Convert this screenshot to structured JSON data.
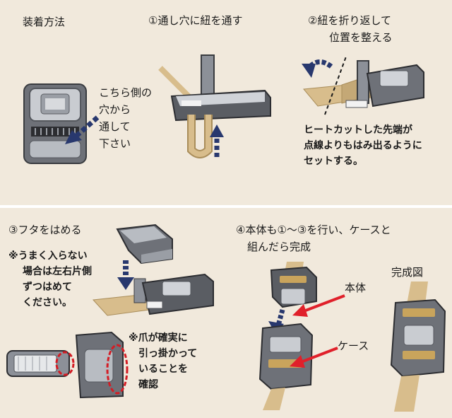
{
  "colors": {
    "background": "#f1e9dc",
    "divider": "#ffffff",
    "metal_dark": "#4a4c52",
    "metal_mid": "#8c9098",
    "metal_light": "#d9dce0",
    "strap": "#d8bd8c",
    "strap_edge": "#a98d5a",
    "arrow_blue": "#28386e",
    "arrow_red": "#e0202a",
    "highlight_red": "#d41c24"
  },
  "steps": {
    "method": {
      "title": "装着方法",
      "note": [
        "こちら側の",
        "穴から",
        "通して",
        "下さい"
      ]
    },
    "step1": {
      "title": "①通し穴に紐を通す"
    },
    "step2": {
      "title": [
        "②紐を折り返して",
        "位置を整える"
      ],
      "note": [
        "ヒートカットした先端が",
        "点線よりもはみ出るように",
        "セットする。"
      ]
    },
    "step3": {
      "title": "③フタをはめる",
      "note": [
        "※うまく入らない",
        "場合は左右片側",
        "ずつはめて",
        "ください。"
      ],
      "check_note": [
        "※爪が確実に",
        "引っ掛かって",
        "いることを",
        "確認"
      ]
    },
    "step4": {
      "title": [
        "④本体も①〜③を行い、ケースと",
        "組んだら完成"
      ],
      "label_body": "本体",
      "label_case": "ケース",
      "label_done": "完成図"
    }
  },
  "icons": [
    "buckle-front-icon",
    "buckle-side-open-icon",
    "buckle-fold-icon",
    "lid-icon",
    "buckle-lid-press-icon",
    "buckle-end-view-icon",
    "buckle-claw-detail-icon",
    "buckle-assembly-icon",
    "buckle-complete-icon",
    "arrow-down-icon",
    "arrow-red-icon",
    "rotate-arrow-icon"
  ]
}
